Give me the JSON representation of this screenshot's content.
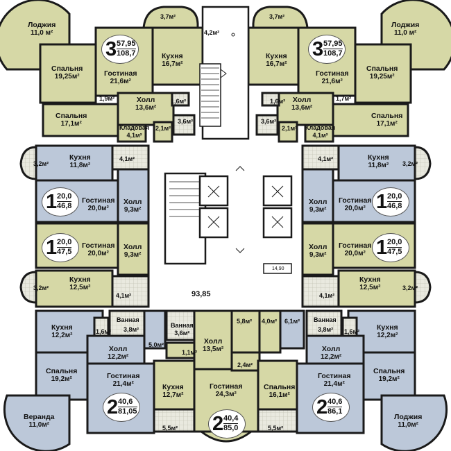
{
  "colors": {
    "wall": "#1a1a1a",
    "yellow": "#d6d8a6",
    "blue": "#bcc8d9",
    "tile": "#e6e6dc",
    "white": "#ffffff"
  },
  "rooms": {
    "tl_loggia": {
      "name": "Лоджия",
      "area": "11,0 м²"
    },
    "tr_loggia": {
      "name": "Лоджия",
      "area": "11,0 м²"
    },
    "tl_bedroom1": {
      "name": "Спальня",
      "area": "19,25м²"
    },
    "tr_bedroom1": {
      "name": "Спальня",
      "area": "19,25м²"
    },
    "tl_living": {
      "name": "Гостиная",
      "area": "21,6м²"
    },
    "tr_living": {
      "name": "Гостиная",
      "area": "21,6м²"
    },
    "tl_kitchen": {
      "name": "Кухня",
      "area": "16,7м²"
    },
    "tr_kitchen": {
      "name": "Кухня",
      "area": "16,7м²"
    },
    "tl_hall": {
      "name": "Холл",
      "area": "13,6м²"
    },
    "tr_hall": {
      "name": "Холл",
      "area": "13,6м²"
    },
    "tl_bedroom2": {
      "name": "Спальня",
      "area": "17,1м²"
    },
    "tr_bedroom2": {
      "name": "Спальня",
      "area": "17,1м²"
    },
    "tl_storage": {
      "name": "Кладовая",
      "area": "4,1м²"
    },
    "tr_storage": {
      "name": "Кладовая",
      "area": "4,1м²"
    },
    "ul_kitchen": {
      "name": "Кухня",
      "area": "11,8м²"
    },
    "ur_kitchen": {
      "name": "Кухня",
      "area": "11,8м²"
    },
    "ul_living": {
      "name": "Гостиная",
      "area": "20,0м²"
    },
    "ur_living": {
      "name": "Гостиная",
      "area": "20,0м²"
    },
    "ul_hall": {
      "name": "Холл",
      "area": "9,3м²"
    },
    "ur_hall": {
      "name": "Холл",
      "area": "9,3м²"
    },
    "ll_living": {
      "name": "Гостиная",
      "area": "20,0м²"
    },
    "lr_living": {
      "name": "Гостиная",
      "area": "20,0м²"
    },
    "ll_hall": {
      "name": "Холл",
      "area": "9,3м²"
    },
    "lr_hall": {
      "name": "Холл",
      "area": "9,3м²"
    },
    "ll_kitchen": {
      "name": "Кухня",
      "area": "12,5м²"
    },
    "lr_kitchen": {
      "name": "Кухня",
      "area": "12,5м²"
    },
    "bl_kitchen": {
      "name": "Кухня",
      "area": "12,2м²"
    },
    "br_kitchen": {
      "name": "Кухня",
      "area": "12,2м²"
    },
    "bl_hall": {
      "name": "Холл",
      "area": "12,2м²"
    },
    "br_hall": {
      "name": "Холл",
      "area": "12,2м²"
    },
    "bl_bedroom": {
      "name": "Спальня",
      "area": "19,2м²"
    },
    "br_bedroom": {
      "name": "Спальня",
      "area": "19,2м²"
    },
    "bl_living": {
      "name": "Гостиная",
      "area": "21,4м²"
    },
    "br_living": {
      "name": "Гостиная",
      "area": "21,4м²"
    },
    "bl_veranda": {
      "name": "Веранда",
      "area": "11,0м²"
    },
    "br_loggia": {
      "name": "Лоджия",
      "area": "11,0м²"
    },
    "bl_bath": {
      "name": "Ванная",
      "area": "3,8м²"
    },
    "br_bath": {
      "name": "Ванная",
      "area": "3,8м²"
    },
    "bc_bath": {
      "name": "Ванная",
      "area": "3,6м²"
    },
    "bc_hall": {
      "name": "Холл",
      "area": "13,5м²"
    },
    "bc_kitchen": {
      "name": "Кухня",
      "area": "12,7м²"
    },
    "bc_living": {
      "name": "Гостиная",
      "area": "24,3м²"
    },
    "bc_bedroom": {
      "name": "Спальня",
      "area": "16,1м²"
    }
  },
  "small_areas": {
    "tl_balcony": "3,7м²",
    "tr_balcony": "3,7м²",
    "top_corridor": "4,2м²",
    "tl_corr": "1,9м²",
    "tr_corr": "1,7м²",
    "tl_wc": "1,6м²",
    "tr_wc": "1,6м²",
    "tl_bath": "3,6м²",
    "tr_bath": "3,6м²",
    "tl_niche": "2,1м²",
    "tr_niche": "2,1м²",
    "ul_balcony": "3,2м²",
    "ur_balcony": "3,2м²",
    "ul_wc": "4,1м²",
    "ur_wc": "4,1м²",
    "ll_balcony": "3,2м²",
    "lr_balcony": "3,2м²",
    "ll_wc": "4,1м²",
    "lr_wc": "4,1м²",
    "bl_wc": "1,6м²",
    "br_wc": "1,6м²",
    "bc_5_0": "5,0м²",
    "bc_1_1": "1,1м²",
    "bc_2_4": "2,4м²",
    "bc_5_8": "5,8м²",
    "bc_4_0": "4,0м²",
    "bc_6_1": "6,1м²",
    "bc_balc_l": "5,5м²",
    "bc_balc_r": "5,5м²"
  },
  "badges": {
    "tl": {
      "rooms": "3",
      "living": "57,95",
      "total": "108,7"
    },
    "tr": {
      "rooms": "3",
      "living": "57,95",
      "total": "108,7"
    },
    "ul": {
      "rooms": "1",
      "living": "20,0",
      "total": "46,8"
    },
    "ur": {
      "rooms": "1",
      "living": "20,0",
      "total": "46,8"
    },
    "ll": {
      "rooms": "1",
      "living": "20,0",
      "total": "47,5"
    },
    "lr": {
      "rooms": "1",
      "living": "20,0",
      "total": "47,5"
    },
    "bl": {
      "rooms": "2",
      "living": "40,6",
      "total": "81,05"
    },
    "br": {
      "rooms": "2",
      "living": "40,6",
      "total": "86,1"
    },
    "bc": {
      "rooms": "2",
      "living": "40,4",
      "total": "85,0"
    }
  },
  "center": {
    "area": "93,85",
    "dimension": "14,90"
  }
}
